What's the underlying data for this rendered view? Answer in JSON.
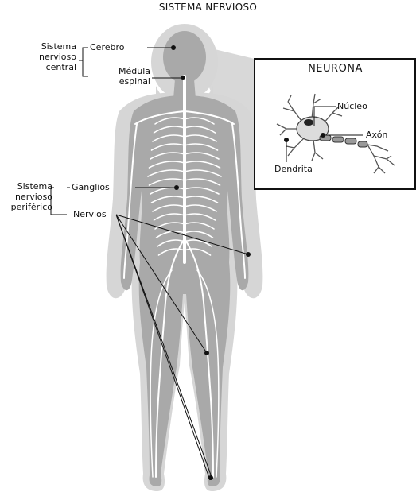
{
  "title": "SISTEMA NERVIOSO",
  "groups": {
    "central": "Sistema\nnervioso\ncentral",
    "peripheral": "Sistema\nnervioso\nperiférico"
  },
  "labels": {
    "cerebro": "Cerebro",
    "medula": "Médula\nespinal",
    "ganglios": "Ganglios",
    "nervios": "Nervios"
  },
  "inset": {
    "title": "NEURONA",
    "nucleo": "Núcleo",
    "axon": "Axón",
    "dendrita": "Dendrita"
  },
  "colors": {
    "silhouette": "#d4d4d4",
    "body": "#a6a6a6",
    "nerve": "#ffffff",
    "ink": "#111111"
  }
}
